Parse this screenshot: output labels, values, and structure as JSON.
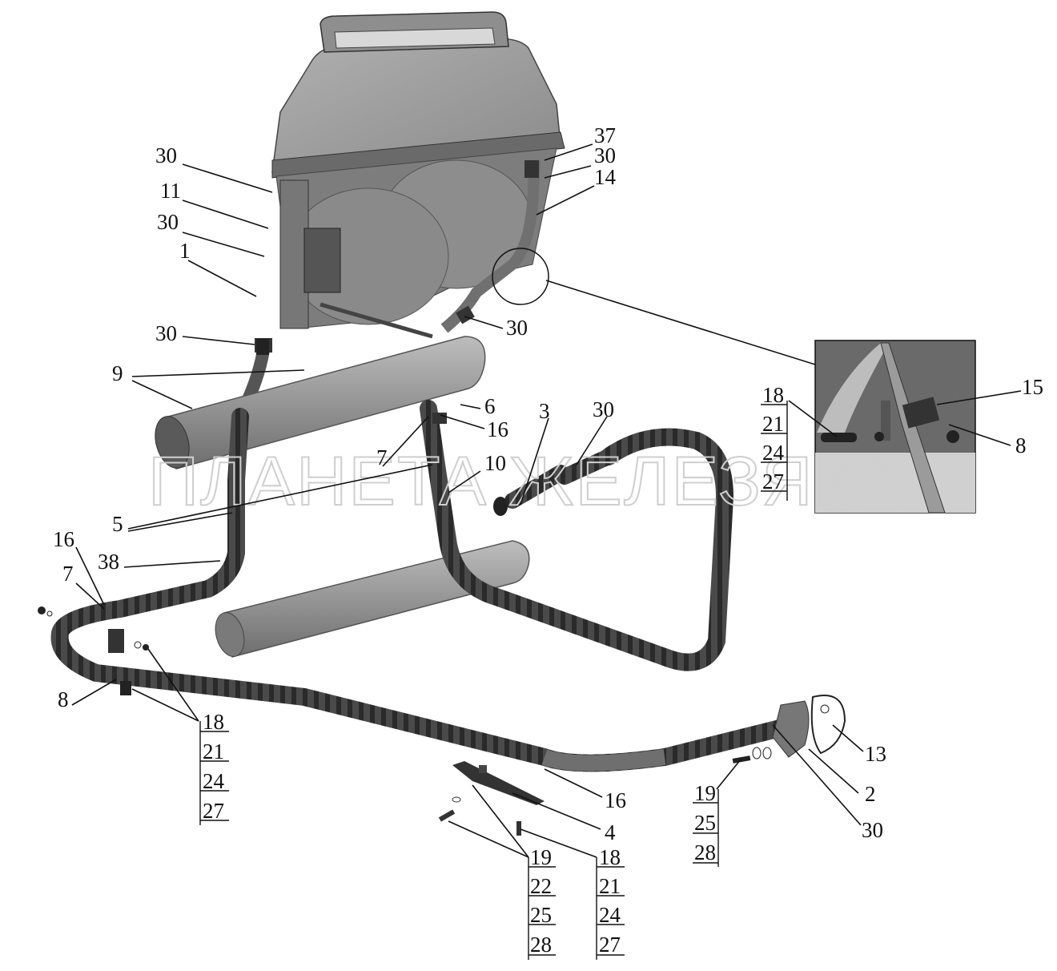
{
  "watermark": "ПЛАНЕТА ЖЕЛЕЗЯКА",
  "labels": {
    "l37": "37",
    "l30a": "30",
    "l14": "14",
    "l30b": "30",
    "l11": "11",
    "l30c": "30",
    "l1": "1",
    "l30d": "30",
    "l30e": "30",
    "l9": "9",
    "l6": "6",
    "l16a": "16",
    "l3": "3",
    "l30f": "30",
    "l7a": "7",
    "l10": "10",
    "l5": "5",
    "l16b": "16",
    "l7b": "7",
    "l38": "38",
    "l8a": "8",
    "l15": "15",
    "l8b": "8",
    "l13": "13",
    "l2": "2",
    "l30g": "30",
    "l16c": "16",
    "l4": "4"
  },
  "stacks": {
    "left_bottom": [
      "18",
      "21",
      "24",
      "27"
    ],
    "inset": [
      "18",
      "21",
      "24",
      "27"
    ],
    "flange": [
      "19",
      "25",
      "28"
    ],
    "bracket_a": [
      "19",
      "22",
      "25",
      "28"
    ],
    "bracket_b": [
      "18",
      "21",
      "24",
      "27"
    ]
  }
}
